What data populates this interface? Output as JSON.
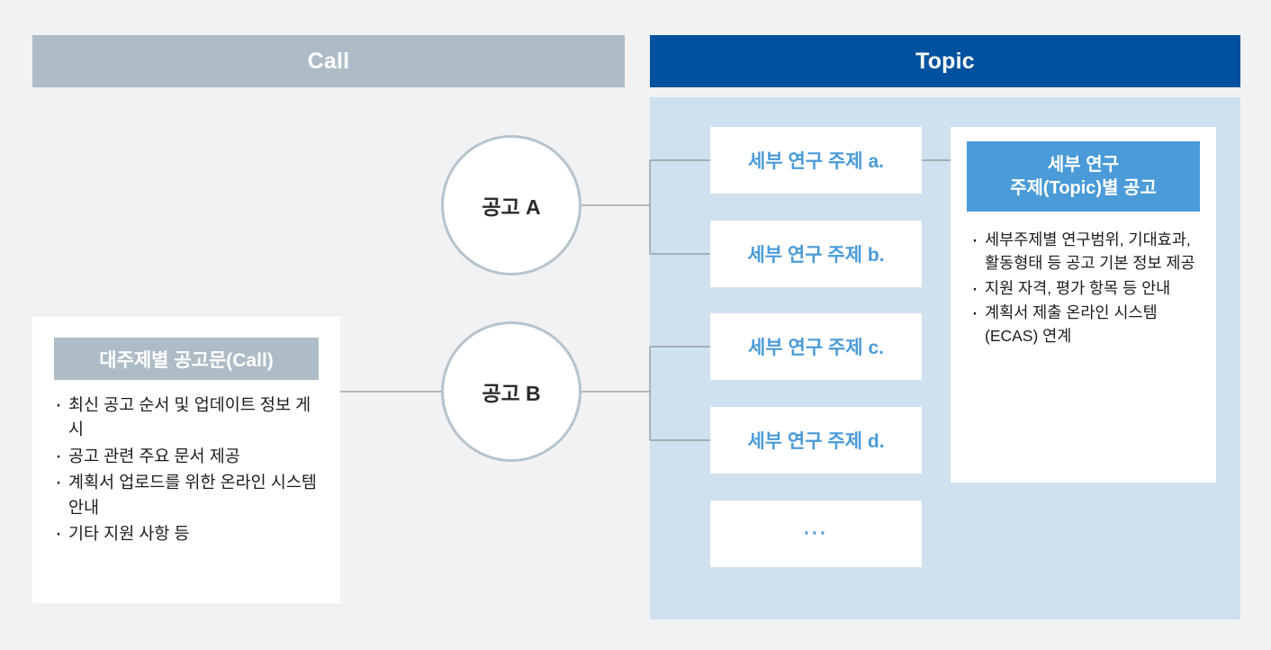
{
  "columns": {
    "call": {
      "header": "Call"
    },
    "topic": {
      "header": "Topic"
    }
  },
  "nodes": [
    {
      "id": "circle-a",
      "label": "공고 A"
    },
    {
      "id": "circle-b",
      "label": "공고 B"
    }
  ],
  "call_card": {
    "title": "대주제별 공고문(Call)",
    "bullets": [
      "최신 공고 순서 및 업데이트 정보 게시",
      "공고 관련 주요 문서 제공",
      "계획서 업로드를 위한 온라인 시스템 안내",
      "기타 지원 사항 등"
    ]
  },
  "topic_cards": [
    {
      "label": "세부 연구 주제 a."
    },
    {
      "label": "세부 연구 주제 b."
    },
    {
      "label": "세부 연구 주제 c."
    },
    {
      "label": "세부 연구 주제 d."
    },
    {
      "label": "···"
    }
  ],
  "topic_detail": {
    "title": "세부 연구\n주제(Topic)별 공고",
    "title_line1": "세부 연구",
    "title_line2": "주제(Topic)별 공고",
    "bullets": [
      "세부주제별 연구범위, 기대효과, 활동형태 등 공고 기본 정보 제공",
      "지원 자격, 평가 항목 등 안내",
      "계획서 제출 온라인 시스템(ECAS) 연계"
    ]
  },
  "colors": {
    "page_background": "#f1f2f4",
    "call_header": "#adbcc6",
    "topic_header": "#01529e",
    "topic_panel": "#cfe0ef",
    "accent_blue": "#4a9bd8",
    "circle_border": "#b4c4ce",
    "connector_line": "#7c7c7c",
    "text_dark": "#1c1c1c",
    "card_white": "#ffffff"
  }
}
